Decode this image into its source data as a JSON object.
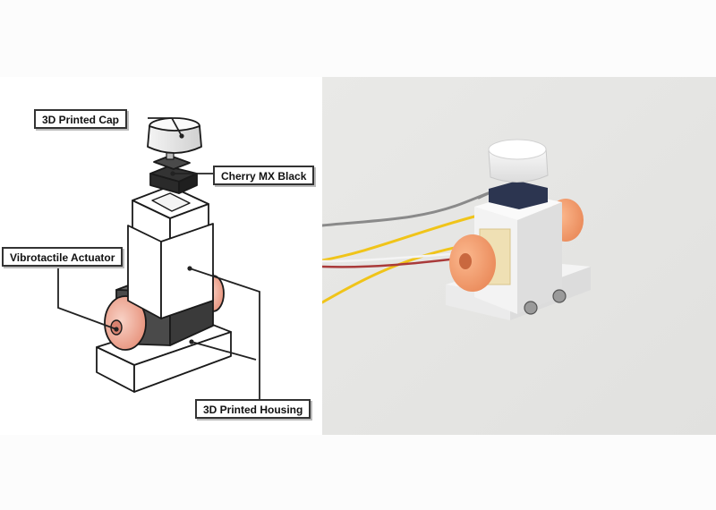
{
  "figure": {
    "callouts": {
      "cap": "3D Printed Cap",
      "switch": "Cherry MX Black",
      "actuator": "Vibrotactile Actuator",
      "housing": "3D Printed Housing"
    },
    "colors": {
      "outline": "#1a1a1a",
      "housing": "#ffffff",
      "switch_dark": "#3a3a3a",
      "actuator_pink": "#f2b3a3",
      "photo_background": "#e7e7e5",
      "foam_orange": "#f49a6c",
      "wire_yellow": "#f0c419",
      "wire_gray": "#8a8a8a",
      "wire_red": "#a93a3a",
      "keycap_navy": "#2c3550"
    }
  }
}
